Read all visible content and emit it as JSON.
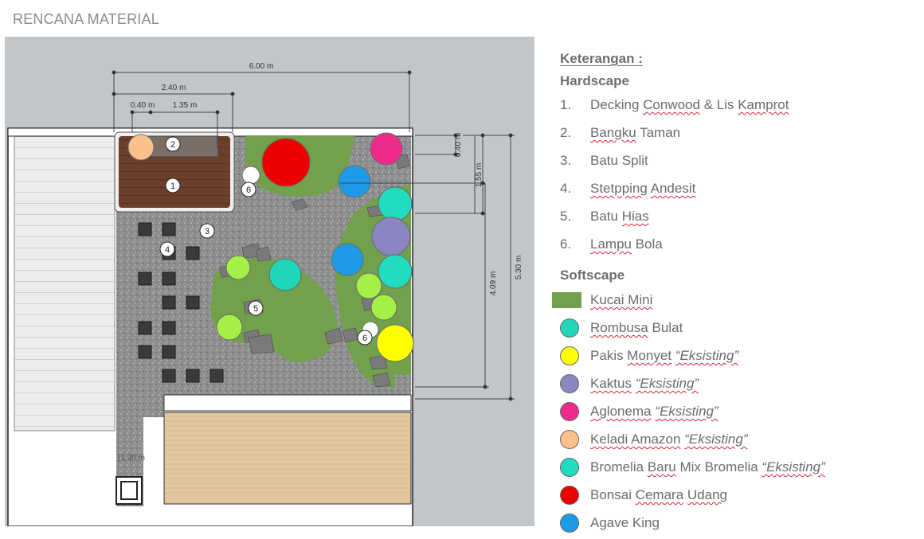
{
  "page_title": "RENCANA MATERIAL",
  "dimensions": {
    "d_600": "6.00 m",
    "d_240": "2.40 m",
    "d_040a": "0.40 m",
    "d_135": "1.35 m",
    "d_040b": "0.40 m",
    "d_155": "1.55 m",
    "d_409": "4.09 m",
    "d_530": "5.30 m",
    "d_partial": "(1.30 m"
  },
  "plan_markers": [
    "1",
    "2",
    "3",
    "4",
    "5",
    "6",
    "6"
  ],
  "legend": {
    "title": "Keterangan :",
    "hardscape_title": "Hardscape",
    "softscape_title": "Softscape",
    "hardscape": [
      {
        "num": "1.",
        "parts": [
          "Decking ",
          "Conwood",
          " & Lis ",
          "Kamprot"
        ]
      },
      {
        "num": "2.",
        "parts": [
          "Bangku",
          " Taman"
        ]
      },
      {
        "num": "3.",
        "parts": [
          "Batu Split"
        ]
      },
      {
        "num": "4.",
        "parts": [
          "Stetpping",
          " ",
          "Andesit"
        ]
      },
      {
        "num": "5.",
        "parts": [
          "Batu ",
          "Hias"
        ]
      },
      {
        "num": "6.",
        "parts": [
          "Lampu",
          " Bola"
        ]
      }
    ],
    "softscape": [
      {
        "name": "Kucai Mini",
        "color": "#72a04c",
        "shape": "rect"
      },
      {
        "name": "Rombusa Bulat",
        "color": "#1fd6b9",
        "shape": "circle"
      },
      {
        "name": "Pakis Monyet",
        "tag": "“Eksisting”",
        "color": "#ffff00",
        "shape": "circle"
      },
      {
        "name": "Kaktus",
        "tag": "“Eksisting”",
        "color": "#8a86c2",
        "shape": "circle"
      },
      {
        "name": "Aglonema",
        "tag": "“Eksisting”",
        "color": "#ee2b8a",
        "shape": "circle"
      },
      {
        "name": "Keladi Amazon",
        "tag": "“Eksisting”",
        "color": "#fcc08a",
        "shape": "circle"
      },
      {
        "name": "Bromelia Baru Mix Bromelia",
        "tag": "“Eksisting”",
        "color": "#21dcbe",
        "shape": "circle"
      },
      {
        "name": "Bonsai Cemara Udang",
        "color": "#ee0000",
        "shape": "circle"
      },
      {
        "name": "Agave King",
        "color": "#1e9be6",
        "shape": "circle"
      }
    ]
  },
  "colors": {
    "grass": "#72a04c",
    "gravel": "#8f8f91",
    "deck": "#6a3f2b",
    "wood_floor": "#e2c59c",
    "light": "#ffffff"
  }
}
